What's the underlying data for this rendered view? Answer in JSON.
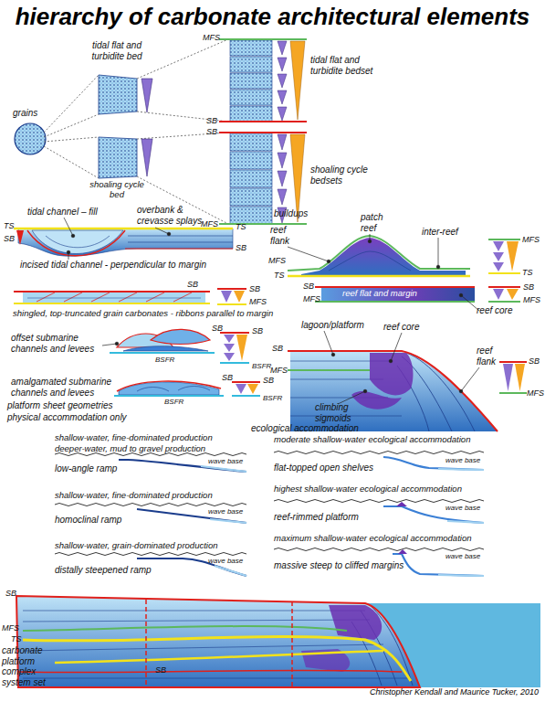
{
  "diagram": {
    "title": "hierarchy of carbonate architectural elements",
    "caption": "Christopher Kendall and Maurice Tucker, 2010",
    "labels": [
      "grains",
      "tidal flat and turbidite bed",
      "shoaling cycle bed",
      "MFS",
      "tidal flat and turbidite bedset",
      "SB",
      "SB",
      "shoaling cycle bedsets",
      "MFS",
      "tidal channel – fill",
      "overbank & crevasse splays",
      "TS",
      "SB",
      "TS",
      "SB",
      "incised tidal channel - perpendicular to margin",
      "SB",
      "SB",
      "MFS",
      "shingled, top-truncated grain carbonates - ribbons parallel to margin",
      "SB",
      "BSFR",
      "SB",
      "BSFR",
      "offset submarine channels and levees",
      "amalgamated submarine channels and levees",
      "SB",
      "BSFR",
      "SB",
      "BSFR",
      "buildups",
      "reef flank",
      "patch reef",
      "inter-reef",
      "MFS",
      "TS",
      "MFS",
      "TS",
      "SB",
      "MFS",
      "reef flat and margin",
      "SB",
      "MFS",
      "reef core",
      "lagoon/platform",
      "reef core",
      "SB",
      "MFS",
      "climbing sigmoids",
      "reef flank",
      "SB",
      "MFS",
      "platform sheet geometries",
      "physical accommodation only",
      "ecological accommodation",
      "shallow-water, fine-dominated production",
      "deeper-water, mud to gravel production",
      "low-angle ramp",
      "wave base",
      "shallow-water, fine-dominated production",
      "homoclinal ramp",
      "wave base",
      "shallow-water, grain-dominated production",
      "distally steepened ramp",
      "wave base",
      "moderate shallow-water ecological accommodation",
      "flat-topped open shelves",
      "wave base",
      "highest shallow-water ecological accommodation",
      "reef-rimmed platform",
      "wave base",
      "maximum shallow-water ecological accommodation",
      "massive steep to cliffed margins",
      "wave base",
      "SB",
      "MFS",
      "TS",
      "SB",
      "carbonate platform complex system set"
    ]
  }
}
